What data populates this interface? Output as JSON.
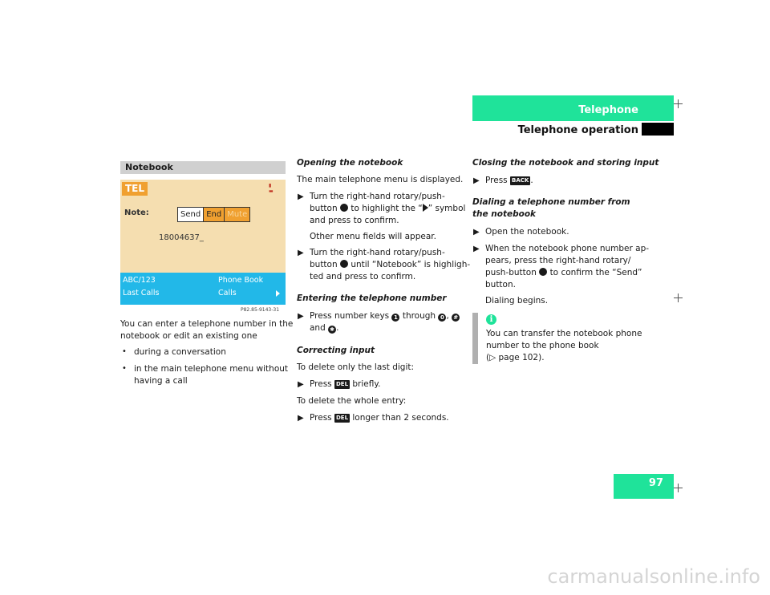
{
  "header": {
    "section": "Telephone",
    "subsection": "Telephone operation",
    "page_number": "97"
  },
  "figure": {
    "label": "Notebook",
    "code": "P82.85-9143-31",
    "screen": {
      "mode": "TEL",
      "note_label": "Note:",
      "buttons": [
        "Send",
        "End",
        "Mute"
      ],
      "number": "18004637_",
      "bottom_left_top": "ABC/123",
      "bottom_left_bottom": "Last Calls",
      "bottom_right_top": "Phone Book",
      "bottom_right_bottom": "Calls"
    }
  },
  "col1": {
    "para": [
      "You can enter a telephone number in the",
      "notebook or edit an existing one"
    ],
    "bullets": [
      [
        "during a conversation"
      ],
      [
        "in the main telephone menu without",
        "having a call"
      ]
    ]
  },
  "col2": {
    "opening_heading": "Opening the notebook",
    "opening_intro": "The main telephone menu is displayed.",
    "step1_a": "Turn the right-hand rotary/push-",
    "step1_b1": "button",
    "step1_b2": "to highlight the “",
    "step1_b3": "” symbol",
    "step1_c": "and press to confirm.",
    "step1_note": "Other menu fields will appear.",
    "step2_a": "Turn the right-hand rotary/push-",
    "step2_b1": "button",
    "step2_b2": "until “Notebook” is highligh-",
    "step2_c": "ted and press to confirm.",
    "entering_heading": "Entering the telephone number",
    "enter_a1": "Press number keys",
    "enter_a2": "through",
    "enter_b1": "and",
    "key_1": "1",
    "key_0": "0",
    "key_hash": "#",
    "key_star": "✱",
    "correcting_heading": "Correcting input",
    "delete_last": "To delete only the last digit:",
    "press": "Press",
    "briefly": "briefly.",
    "delete_all": "To delete the whole entry:",
    "longer": "longer than 2 seconds.",
    "del_key": "DEL"
  },
  "col3": {
    "closing_heading": "Closing the notebook and storing input",
    "press": "Press",
    "back_key": "BACK",
    "dialing_heading_1": "Dialing a telephone number from",
    "dialing_heading_2": "the notebook",
    "open_step": "Open the notebook.",
    "when_a": "When the notebook phone number ap-",
    "when_b": "pears, press the right-hand rotary/",
    "when_c1": "push-button",
    "when_c2": "to confirm the “Send”",
    "when_d": "button.",
    "dialing_begins": "Dialing begins.",
    "info_icon": "i",
    "info_a": "You can transfer the notebook phone",
    "info_b": "number to the phone book",
    "info_c": "(▷ page 102)."
  },
  "watermark": "carmanualsonline.info"
}
